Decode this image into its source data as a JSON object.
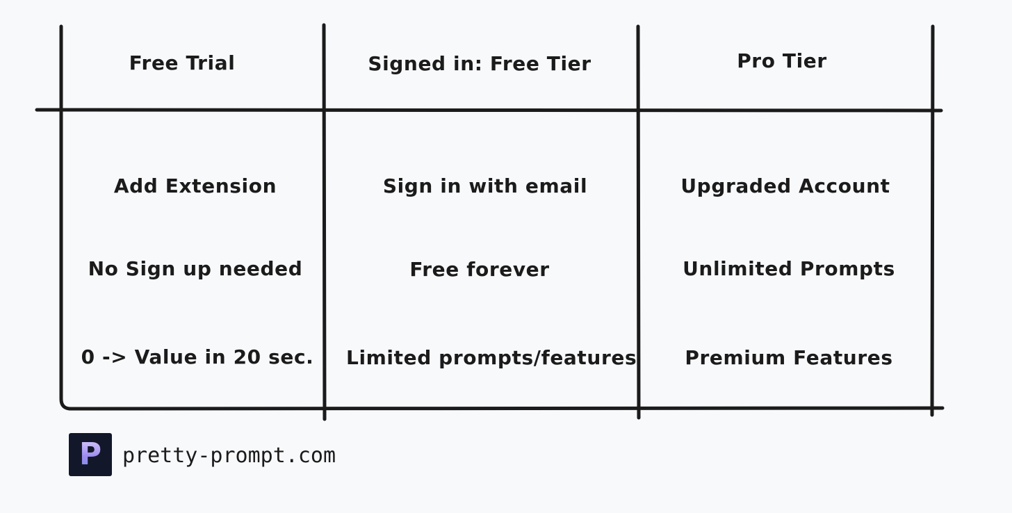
{
  "table": {
    "headers": [
      "Free Trial",
      "Signed in: Free Tier",
      "Pro Tier"
    ],
    "columns": [
      [
        "Add Extension",
        "No Sign up needed",
        "0 -> Value in 20 sec."
      ],
      [
        "Sign in with email",
        "Free forever",
        "Limited prompts/features"
      ],
      [
        "Upgraded Account",
        "Unlimited Prompts",
        "Premium Features"
      ]
    ]
  },
  "brand": {
    "logo_letter": "P",
    "domain": "pretty-prompt.com"
  },
  "colors": {
    "background": "#f8f9fb",
    "ink": "#1b1b1b",
    "logo_bg": "#121829",
    "logo_letter": "#b6a5f5"
  }
}
